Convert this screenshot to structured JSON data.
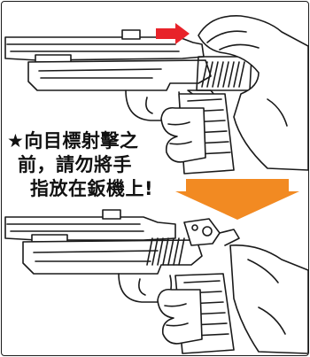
{
  "warning": {
    "line1": "★向目標射擊之",
    "line2": "前，請勿將手",
    "line3": "指放在鈑機上!"
  },
  "colors": {
    "top_arrow": "#e8232a",
    "down_arrow": "#f28a22",
    "outline": "#1a1a1a"
  },
  "icons": {
    "top_arrow": "right-arrow-icon",
    "down_arrow": "down-arrow-icon"
  }
}
